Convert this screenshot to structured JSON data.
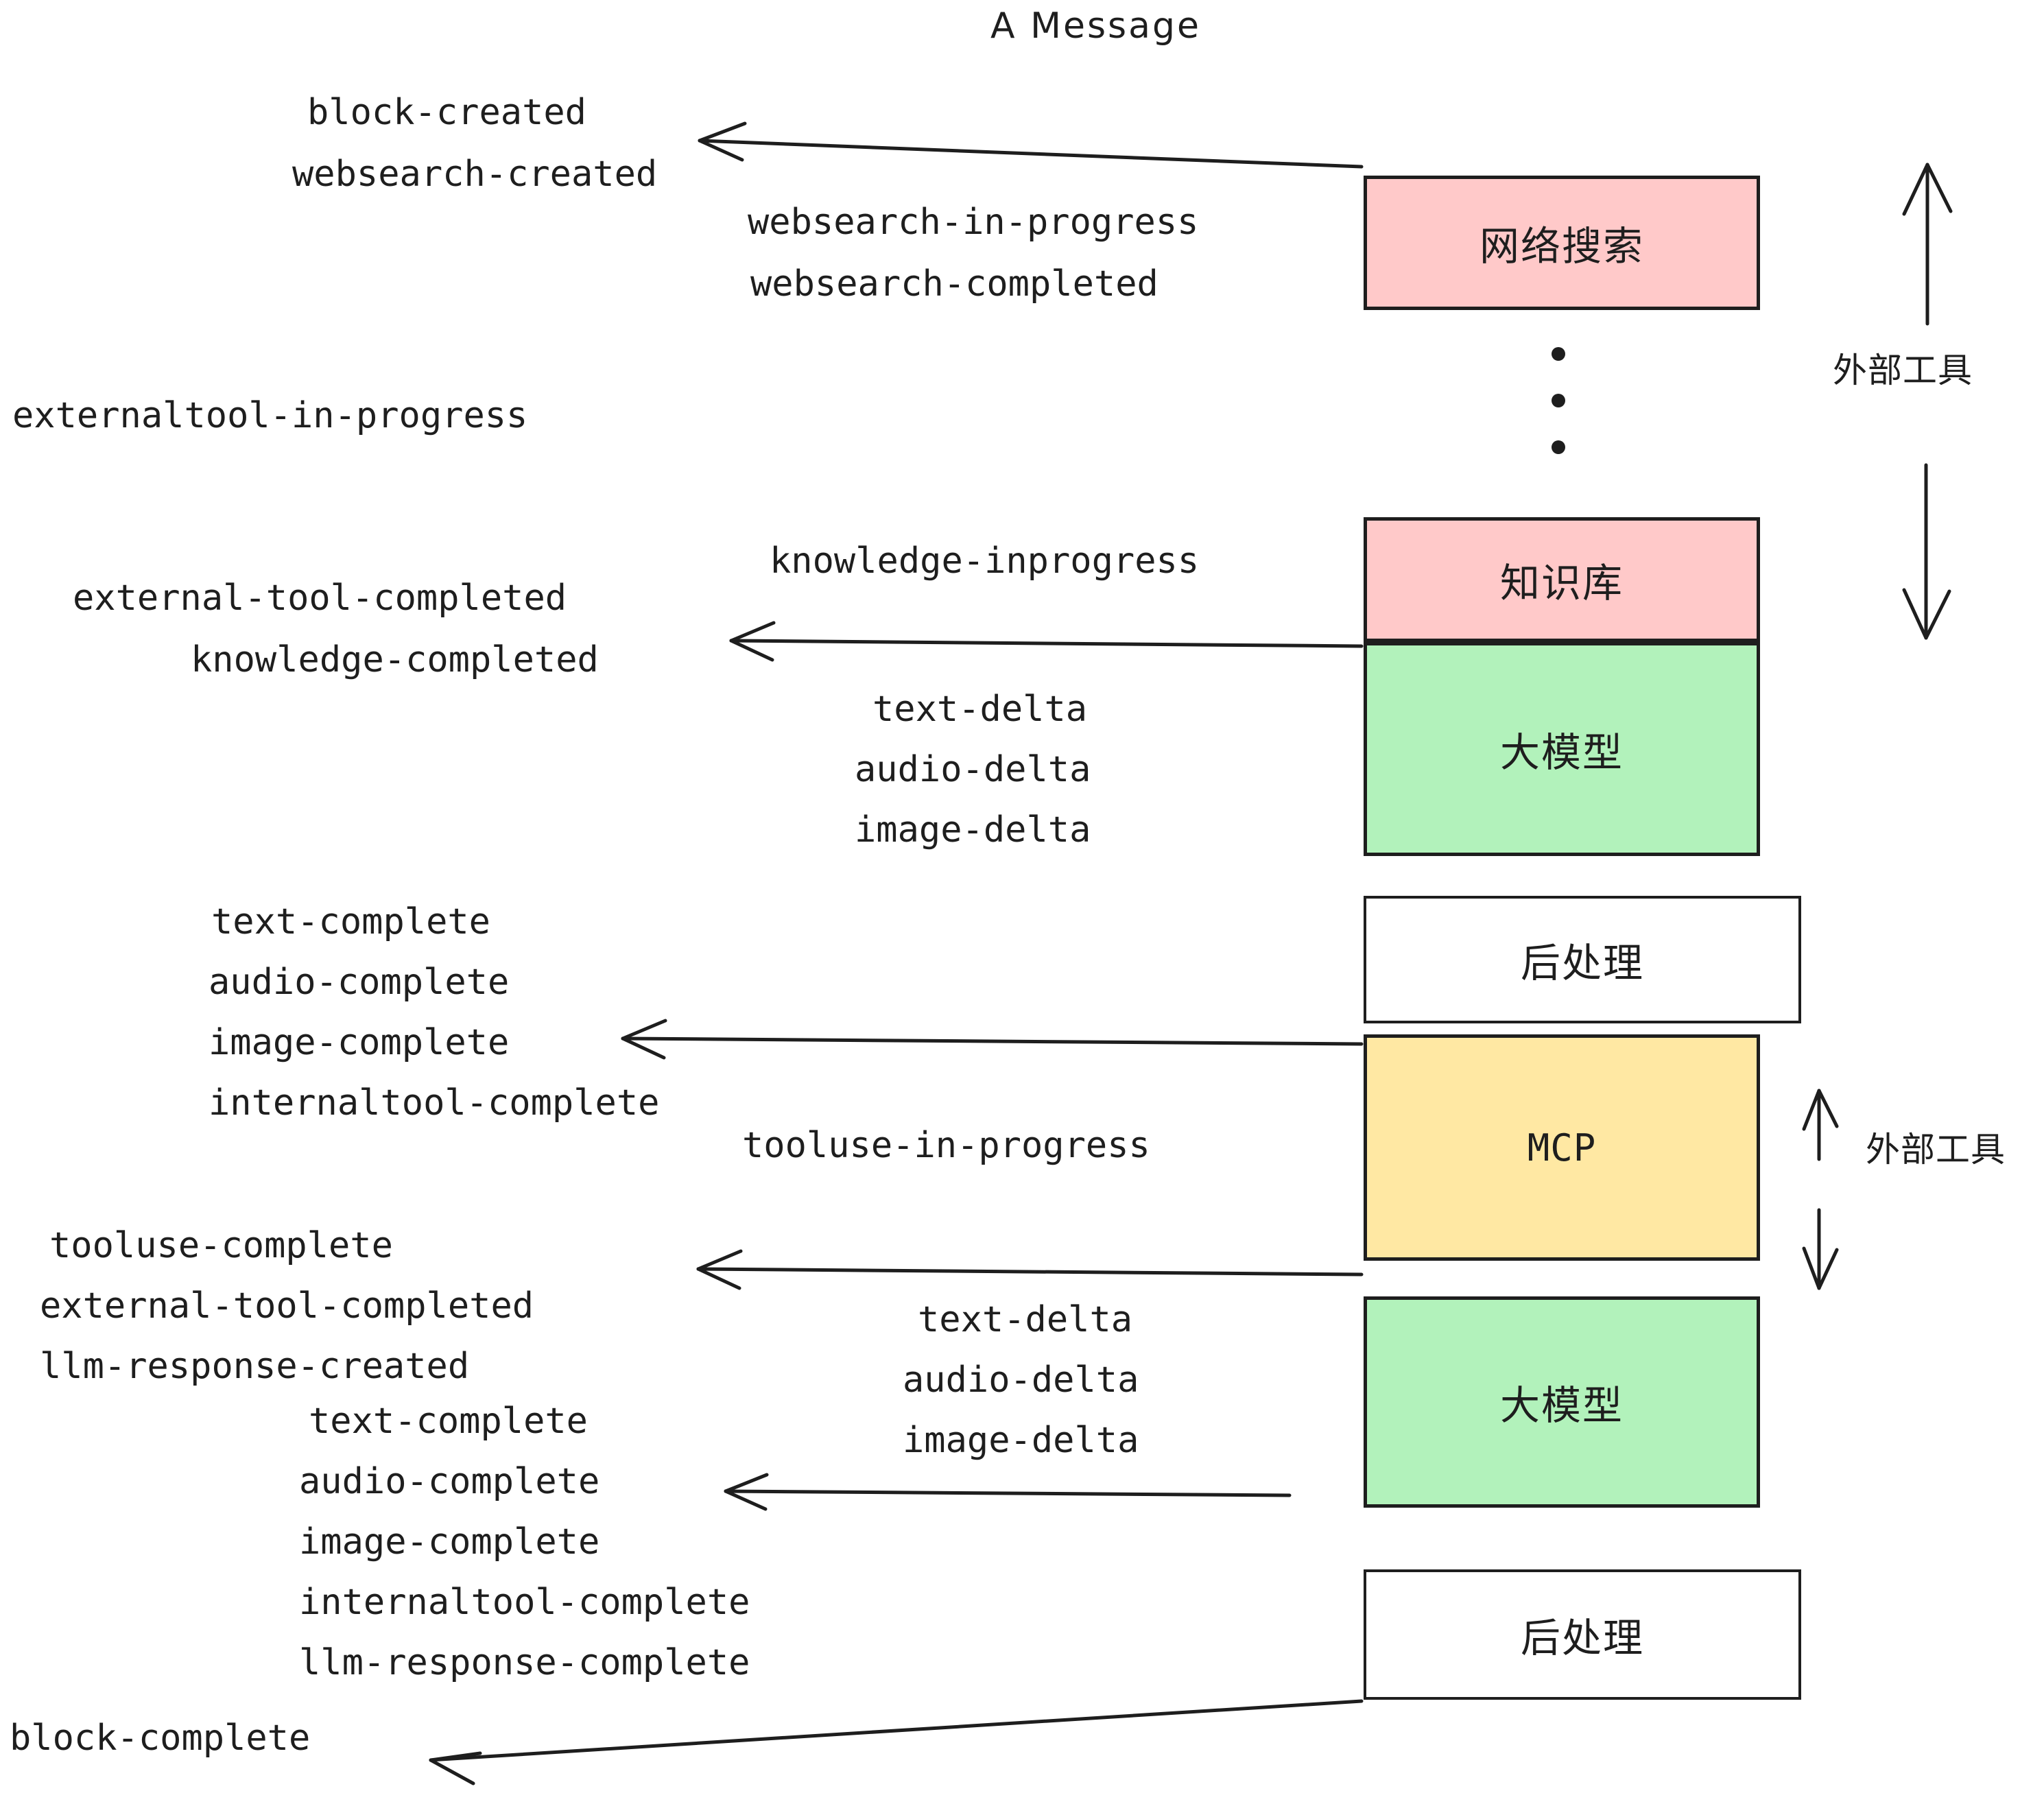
{
  "title": "A Message",
  "colors": {
    "pink": "#ffc9c9",
    "green": "#b2f2bb",
    "yellow": "#ffe8a3",
    "white": "#ffffff",
    "stroke": "#1e1e1e",
    "background": "#ffffff"
  },
  "nodes": [
    {
      "id": "websearch",
      "label": "网络搜索",
      "fill": "pink"
    },
    {
      "id": "knowledge",
      "label": "知识库",
      "fill": "pink"
    },
    {
      "id": "llm-1",
      "label": "大模型",
      "fill": "green"
    },
    {
      "id": "postprocess-1",
      "label": "后处理",
      "fill": "white"
    },
    {
      "id": "mcp",
      "label": "MCP",
      "fill": "yellow"
    },
    {
      "id": "llm-2",
      "label": "大模型",
      "fill": "green"
    },
    {
      "id": "postprocess-2",
      "label": "后处理",
      "fill": "white"
    }
  ],
  "side_labels": [
    {
      "id": "external-tools-top",
      "label": "外部工具"
    },
    {
      "id": "external-tools-bottom",
      "label": "外部工具"
    }
  ],
  "event_groups": [
    {
      "id": "block-created-group",
      "events": [
        "block-created",
        "websearch-created"
      ]
    },
    {
      "id": "websearch-progress-group",
      "events": [
        "websearch-in-progress",
        "websearch-completed"
      ]
    },
    {
      "id": "externaltool-in-progress-group",
      "events": [
        "externaltool-in-progress"
      ]
    },
    {
      "id": "knowledge-inprogress-group",
      "events": [
        "knowledge-inprogress"
      ]
    },
    {
      "id": "external-tool-completed-group",
      "events": [
        "external-tool-completed",
        "knowledge-completed"
      ]
    },
    {
      "id": "llm1-delta-group",
      "events": [
        "text-delta",
        "audio-delta",
        "image-delta"
      ]
    },
    {
      "id": "postprocess1-complete-group",
      "events": [
        "text-complete",
        "audio-complete",
        "image-complete",
        "internaltool-complete"
      ]
    },
    {
      "id": "tooluse-in-progress-group",
      "events": [
        "tooluse-in-progress"
      ]
    },
    {
      "id": "tooluse-complete-group",
      "events": [
        "tooluse-complete",
        "external-tool-completed",
        "llm-response-created"
      ]
    },
    {
      "id": "llm2-delta-group",
      "events": [
        "text-delta",
        "audio-delta",
        "image-delta"
      ]
    },
    {
      "id": "postprocess2-complete-group",
      "events": [
        "text-complete",
        "audio-complete",
        "image-complete",
        "internaltool-complete",
        "llm-response-complete"
      ]
    },
    {
      "id": "block-complete-group",
      "events": [
        "block-complete"
      ]
    }
  ]
}
